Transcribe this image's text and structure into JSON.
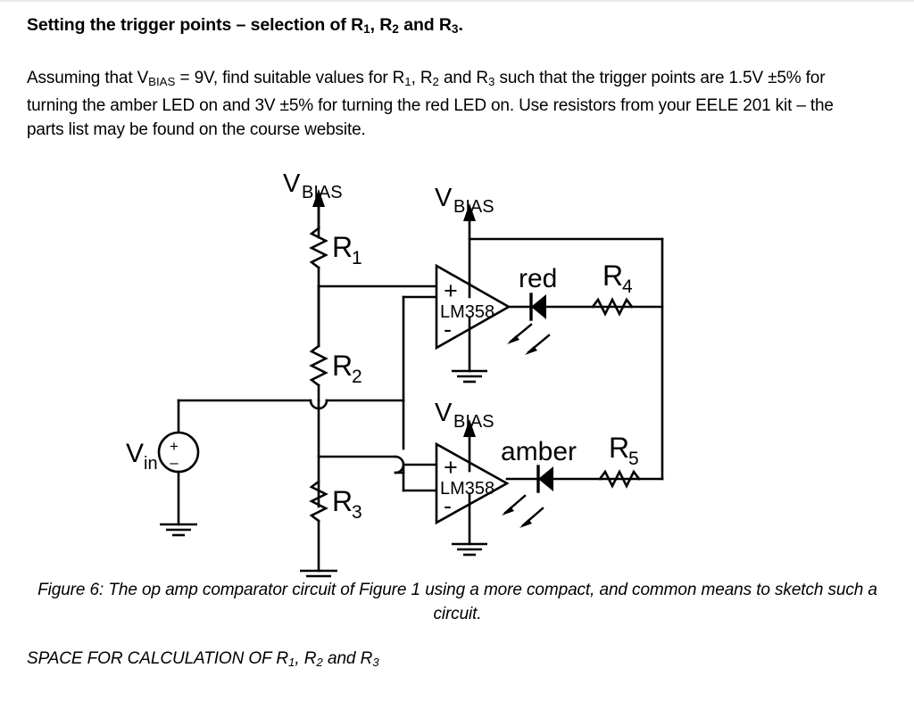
{
  "document": {
    "heading": {
      "prefix": "Setting the trigger points – selection of R",
      "sub1": "1",
      "mid1": ", R",
      "sub2": "2",
      "mid2": " and R",
      "sub3": "3",
      "suffix": "."
    },
    "paragraph": {
      "p1": "Assuming that V",
      "p1sub": "BIAS",
      "p2": " = 9V, find suitable values for R",
      "p2sub": "1",
      "p3": ", R",
      "p3sub": "2",
      "p4": " and R",
      "p4sub": "3",
      "p5": " such that the trigger points are 1.5V ±5% for turning the amber LED on and 3V ±5% for turning the red LED on.  Use resistors from your EELE 201 kit – the parts list may be found on the course website."
    },
    "caption": {
      "line1": "Figure 6: The op amp comparator circuit of Figure 1 using a more compact, and common",
      "line2": "means to sketch such a circuit."
    },
    "space_for_calculation": {
      "prefix": "SPACE FOR CALCULATION OF R",
      "sub1": "1",
      "mid1": ", R",
      "sub2": "2",
      "mid2": " and R",
      "sub3": "3"
    }
  },
  "figure": {
    "labels": {
      "vbias_top_left_main": "V",
      "vbias_sub": "BIAS",
      "vbias_top_opamp1_main": "V",
      "vbias_opamp2_main": "V",
      "r1": "R",
      "r1_sub": "1",
      "r2": "R",
      "r2_sub": "2",
      "r3": "R",
      "r3_sub": "3",
      "r4": "R",
      "r4_sub": "4",
      "r5": "R",
      "r5_sub": "5",
      "vin_main": "V",
      "vin_sub": "in",
      "opamp1_part": "LM358",
      "opamp2_part": "LM358",
      "opamp1_plus": "+",
      "opamp1_minus": "-",
      "opamp2_plus": "+",
      "opamp2_minus": "-",
      "led_red": "red",
      "led_amber": "amber",
      "source_plus": "+",
      "source_minus": "–"
    },
    "colors": {
      "wire": "#000000",
      "text": "#000000",
      "background": "#ffffff"
    }
  }
}
